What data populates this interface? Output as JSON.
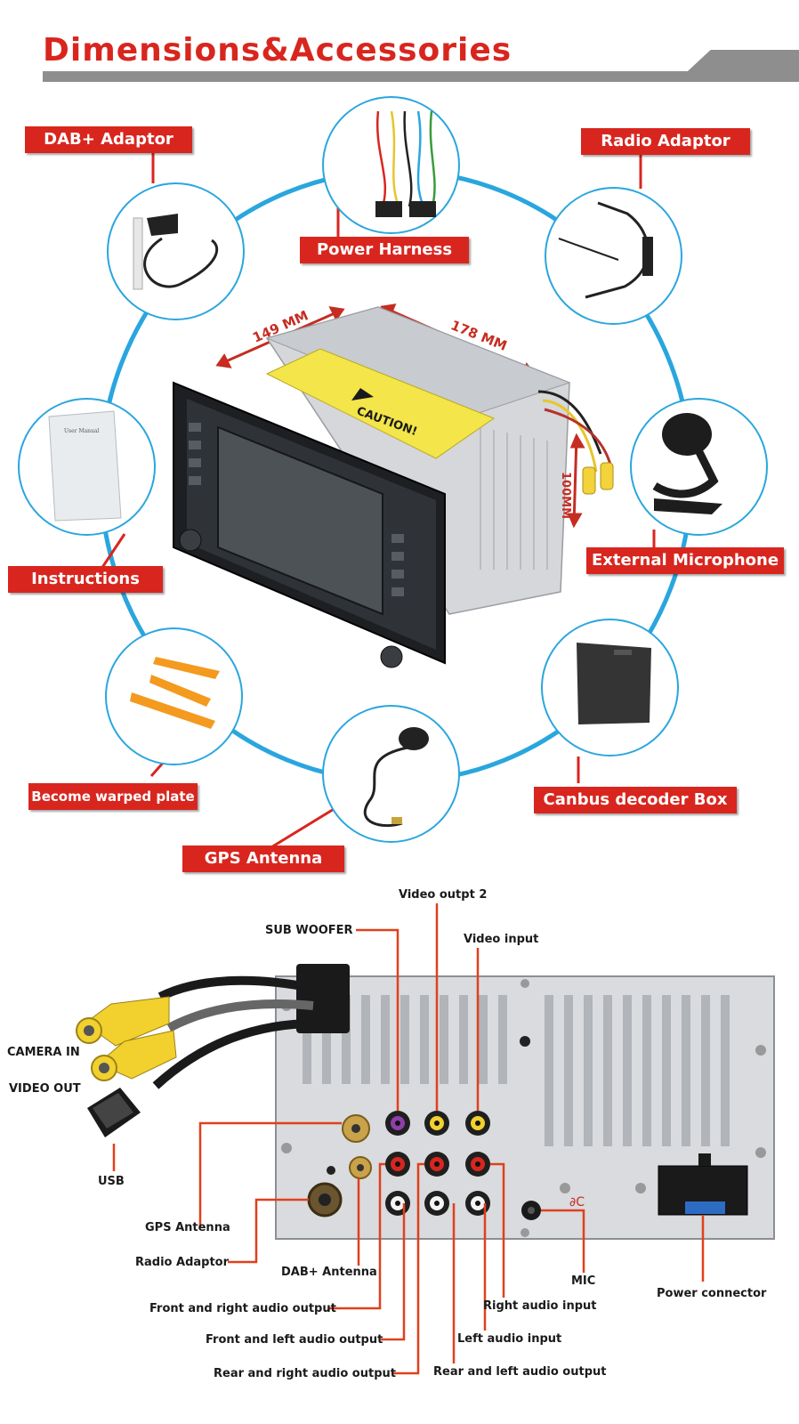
{
  "header": {
    "title": "Dimensions&Accessories"
  },
  "accessories": {
    "dab": "DAB+ Adaptor",
    "power_harness": "Power Harness",
    "radio_adaptor": "Radio Adaptor",
    "instructions": "Instructions",
    "external_mic": "External Microphone",
    "warped_plate": "Become warped plate",
    "gps_antenna": "GPS Antenna",
    "canbus": "Canbus decoder Box"
  },
  "dimensions": {
    "width": "149 MM",
    "depth": "178 MM",
    "height": "100MM"
  },
  "unit": {
    "caution": "CAUTION!",
    "manual_title": "User Manual"
  },
  "connectors": {
    "video_output2": "Video outpt 2",
    "sub_woofer": "SUB WOOFER",
    "video_input": "Video input",
    "camera_in": "CAMERA IN",
    "video_out": "VIDEO OUT",
    "usb": "USB",
    "gps_antenna": "GPS Antenna",
    "radio_adaptor": "Radio Adaptor",
    "dab_antenna": "DAB+ Antenna",
    "mic": "MIC",
    "power_connector": "Power connector",
    "front_right_audio": "Front and right audio output",
    "right_audio_input": "Right audio input",
    "front_left_audio": "Front and left  audio output",
    "left_audio_input": "Left audio input",
    "rear_right_audio": "Rear and right audio output",
    "rear_left_audio": "Rear and left audio output",
    "marking": "∂C"
  },
  "colors": {
    "accent": "#d8261f",
    "ring": "#2aa6de",
    "leader": "#e0401c",
    "caution": "#f3e54a"
  }
}
